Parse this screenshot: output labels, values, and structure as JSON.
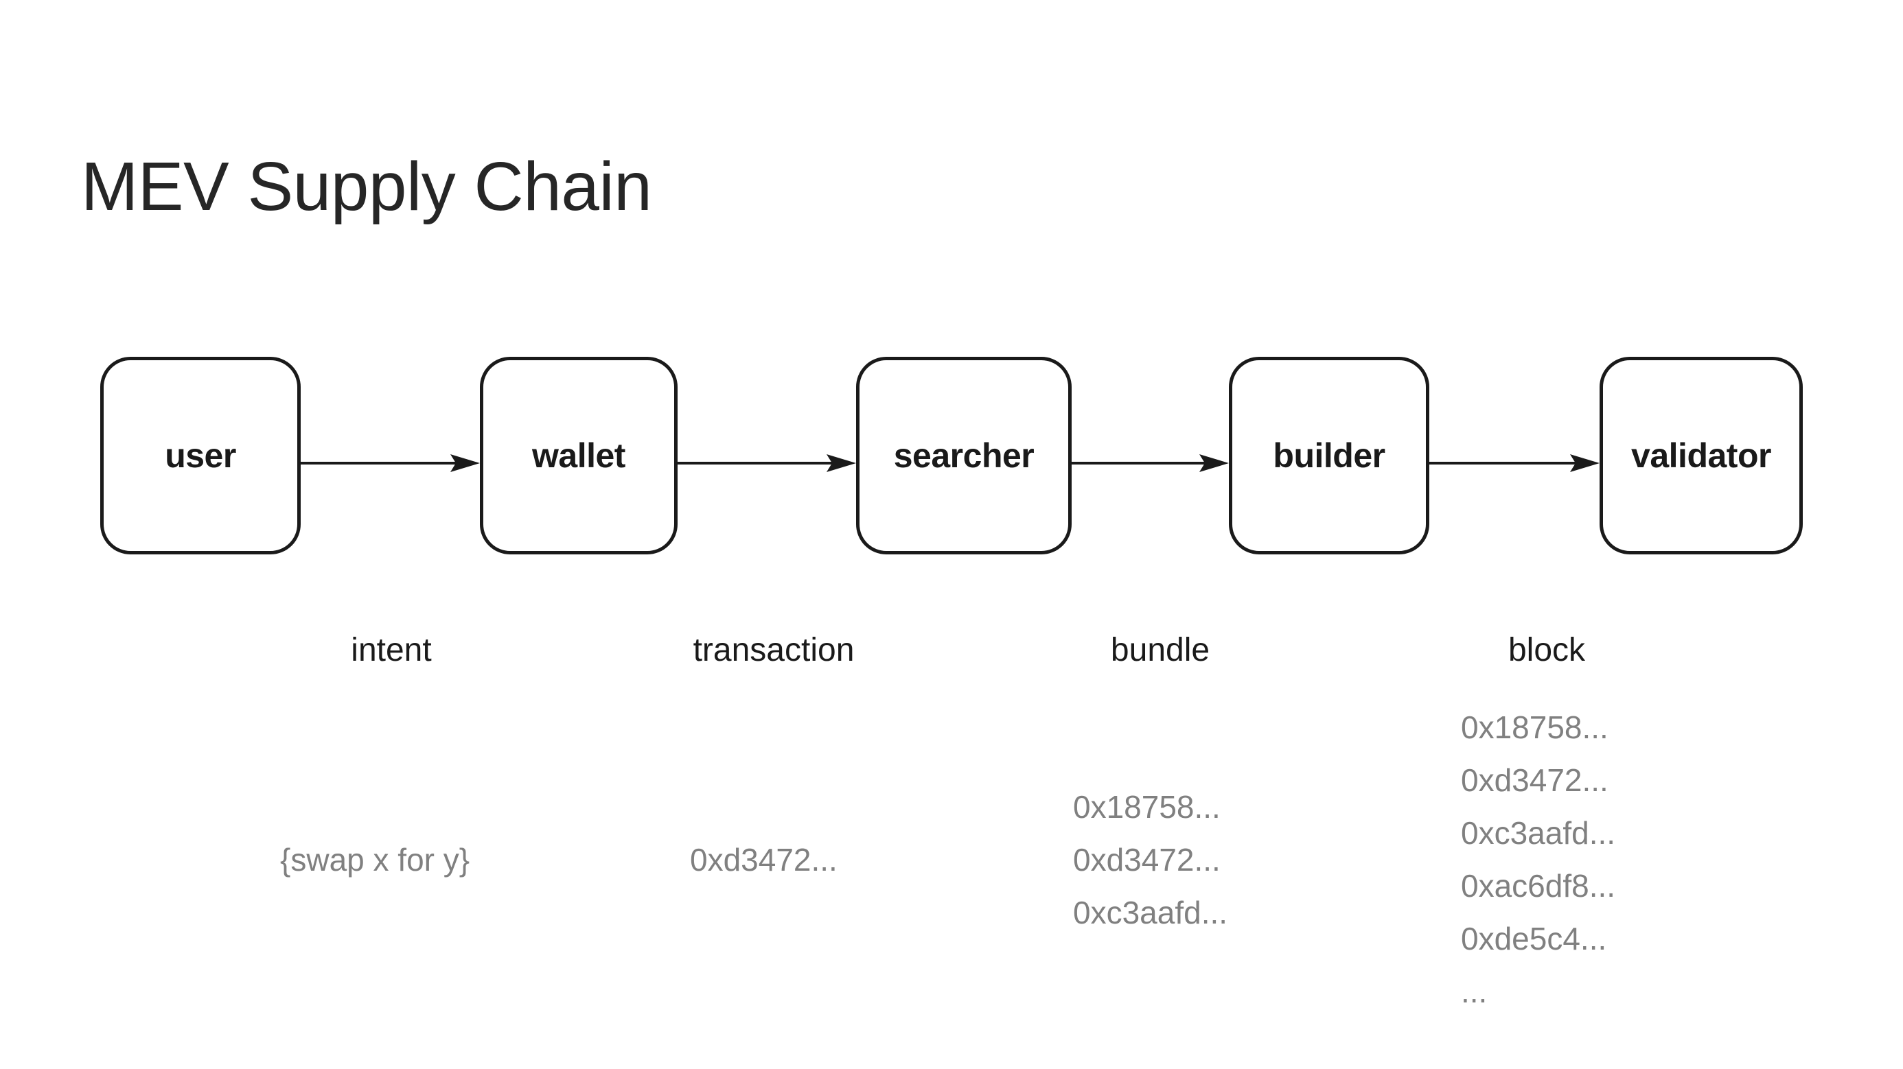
{
  "page": {
    "title": "MEV Supply Chain",
    "background_color": "#ffffff",
    "node_border_color": "#1a1a1a",
    "node_fill_color": "#ffffff",
    "text_color": "#1a1a1a",
    "muted_text_color": "#808080"
  },
  "diagram": {
    "type": "flow",
    "orientation": "left-to-right",
    "nodes": [
      {
        "id": "user",
        "label": "user"
      },
      {
        "id": "wallet",
        "label": "wallet"
      },
      {
        "id": "searcher",
        "label": "searcher"
      },
      {
        "id": "builder",
        "label": "builder"
      },
      {
        "id": "validator",
        "label": "validator"
      }
    ],
    "edges": [
      {
        "from": "user",
        "to": "wallet",
        "caption": "intent"
      },
      {
        "from": "wallet",
        "to": "searcher",
        "caption": "transaction"
      },
      {
        "from": "searcher",
        "to": "builder",
        "caption": "bundle"
      },
      {
        "from": "builder",
        "to": "validator",
        "caption": "block"
      }
    ],
    "payloads": [
      {
        "edge": "intent",
        "lines": [
          "{swap x for y}"
        ]
      },
      {
        "edge": "transaction",
        "lines": [
          "0xd3472..."
        ]
      },
      {
        "edge": "bundle",
        "lines": [
          "0x18758...",
          "0xd3472...",
          "0xc3aafd..."
        ]
      },
      {
        "edge": "block",
        "lines": [
          "0x18758...",
          "0xd3472...",
          "0xc3aafd...",
          "0xac6df8...",
          "0xde5c4...",
          "..."
        ]
      }
    ]
  }
}
